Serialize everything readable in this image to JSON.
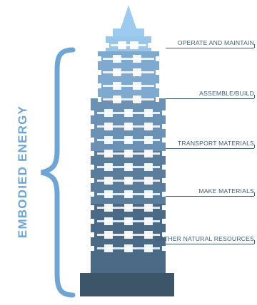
{
  "side_label": "EMBODIED ENERGY",
  "stages": [
    {
      "label": "OPERATE AND MAINTAIN",
      "color": "#98c6ea"
    },
    {
      "label": "ASSEMBLE/BUILD",
      "color": "#7fa9cf"
    },
    {
      "label": "TRANSPORT MATERIALS",
      "color": "#6b92b5"
    },
    {
      "label": "MAKE MATERIALS",
      "color": "#5a7d9c"
    },
    {
      "label": "GATHER NATURAL RESOURCES",
      "color": "#4a6a85"
    }
  ],
  "colors": {
    "bracket": "#6fa5d4",
    "label_text": "#3f5c74",
    "spire": "#9ccbef",
    "base": "#3d5569"
  }
}
